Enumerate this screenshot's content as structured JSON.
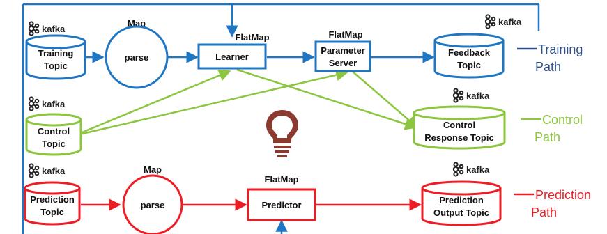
{
  "colors": {
    "training": "#1f77c4",
    "training_legend": "#2f4f8a",
    "control": "#8cc63f",
    "prediction": "#ee1c25",
    "bulb": "#8a3a2e",
    "text": "#111111"
  },
  "kafka": {
    "label": "kafka",
    "icon": "kafka-logo-icon"
  },
  "training": {
    "topic": [
      "Training",
      "Topic"
    ],
    "map_label": "Map",
    "parse_label": "parse",
    "learner_op": "FlatMap",
    "learner_label": "Learner",
    "ps_op": "FlatMap",
    "ps_label": [
      "Parameter",
      "Server"
    ],
    "feedback_topic": [
      "Feedback",
      "Topic"
    ]
  },
  "control": {
    "topic": [
      "Control",
      "Topic"
    ],
    "response_topic": [
      "Control",
      "Response Topic"
    ]
  },
  "prediction": {
    "topic": [
      "Prediction",
      "Topic"
    ],
    "map_label": "Map",
    "parse_label": "parse",
    "predictor_op": "FlatMap",
    "predictor_label": "Predictor",
    "output_topic": [
      "Prediction",
      "Output Topic"
    ]
  },
  "legend": {
    "training": [
      "Training",
      "Path"
    ],
    "control": [
      "Control",
      "Path"
    ],
    "prediction": [
      "Prediction",
      "Path"
    ]
  },
  "center_icon": "lightbulb-icon"
}
